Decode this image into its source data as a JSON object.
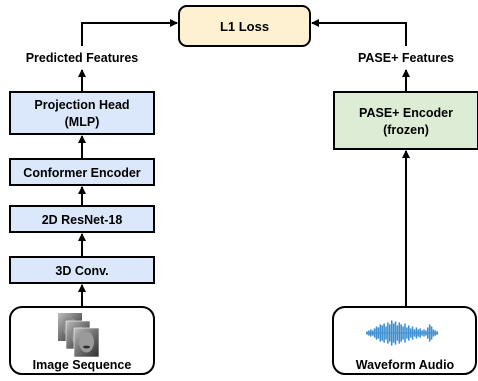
{
  "loss": {
    "label": "L1 Loss"
  },
  "left_branch": {
    "output_label": "Predicted Features",
    "projection_head": {
      "line1": "Projection Head",
      "line2": "(MLP)"
    },
    "conformer": "Conformer Encoder",
    "resnet": "2D ResNet-18",
    "conv3d": "3D Conv.",
    "input_label": "Image Sequence"
  },
  "right_branch": {
    "output_label": "PASE+ Features",
    "encoder": {
      "line1": "PASE+ Encoder",
      "line2": "(frozen)"
    },
    "input_label": "Waveform Audio"
  },
  "colors": {
    "loss_fill": "#fdf1d2",
    "blue_fill": "#dbe8fb",
    "green_fill": "#dcecd5",
    "waveform": "#3f8fd0",
    "stroke": "#000000"
  }
}
